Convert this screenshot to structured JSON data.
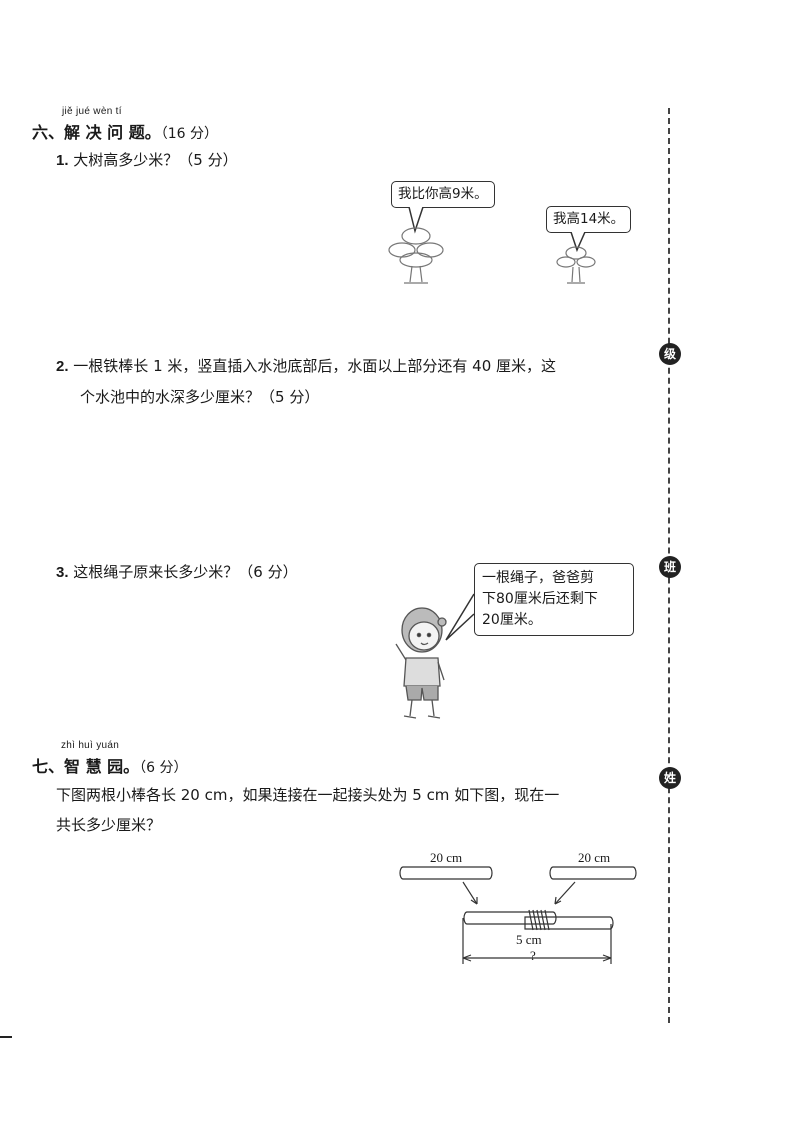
{
  "section6": {
    "pinyin": "jiě  jué  wèn   tí",
    "title": "六、解 决 问 题。",
    "score": "（16 分）"
  },
  "q1": {
    "num": "1.",
    "text": "大树高多少米？（5 分）",
    "bubble_left": "我比你高9米。",
    "bubble_right": "我高14米。"
  },
  "q2": {
    "num": "2.",
    "line1": "一根铁棒长 1 米，竖直插入水池底部后，水面以上部分还有 40 厘米，这",
    "line2": "个水池中的水深多少厘米？（5 分）"
  },
  "q3": {
    "num": "3.",
    "text": "这根绳子原来长多少米？（6 分）",
    "bubble_line1": "一根绳子，爸爸剪",
    "bubble_line2": "下80厘米后还剩下",
    "bubble_line3": "20厘米。"
  },
  "section7": {
    "pinyin": "zhì  huì  yuán",
    "title": "七、智 慧 园。",
    "score": "（6 分）",
    "line1": "下图两根小棒各长 20 cm，如果连接在一起接头处为 5 cm 如下图，现在一",
    "line2": "共长多少厘米？"
  },
  "diagram": {
    "label_left": "20 cm",
    "label_right": "20 cm",
    "label_overlap": "5 cm",
    "label_total": "?"
  },
  "margin_badges": [
    "级",
    "班",
    "姓"
  ]
}
